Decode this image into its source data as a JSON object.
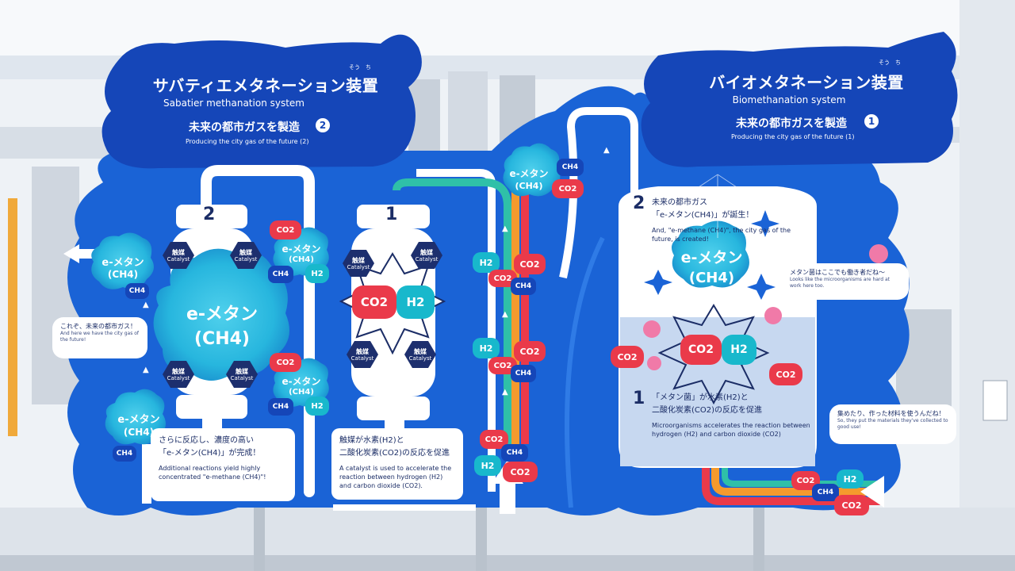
{
  "left_panel": {
    "title_jp": "サバティエメタネーション装置",
    "ruby_title": "そう　ち",
    "title_en": "Sabatier methanation system",
    "subtitle_jp": "未来の都市ガスを製造",
    "subtitle_num": "2",
    "subtitle_en": "Producing the city gas of the future (2)"
  },
  "right_panel": {
    "title_jp": "バイオメタネーション装置",
    "ruby_title": "そう　ち",
    "title_en": "Biomethanation system",
    "subtitle_jp": "未来の都市ガスを製造",
    "subtitle_num": "1",
    "subtitle_en": "Producing the city gas of the future (1)"
  },
  "reactors": {
    "num_2": "2",
    "num_1": "1",
    "catalyst_jp": "触媒",
    "catalyst_en": "Catalyst"
  },
  "molecules": {
    "emethane_short": "e-メタン",
    "ch4_paren": "(CH4)",
    "ch4": "CH4",
    "co2": "CO2",
    "h2": "H2"
  },
  "captions": {
    "step2_left_jp1": "さらに反応し、濃度の高い",
    "step2_left_jp2": "「e-メタン(CH4)」が完成！",
    "step2_left_en": "Additional reactions yield highly concentrated \"e-methane (CH4)\"!",
    "step1_left_jp1": "触媒が水素(H2)と",
    "step1_left_jp2": "二酸化炭素(CO2)の反応を促進",
    "step1_left_en": "A catalyst is used to accelerate the reaction between hydrogen (H2) and carbon dioxide (CO2).",
    "bio2_jp1": "未来の都市ガス",
    "bio2_jp2": "「e-メタン(CH4)」が誕生！",
    "bio2_en": "And, \"e-methane (CH4)\", the city gas of the future, is created!",
    "bio1_jp1": "「メタン菌」が水素(H2)と",
    "bio1_jp2": "二酸化炭素(CO2)の反応を促進",
    "bio1_en": "Microorganisms accelerates the reaction between hydrogen (H2) and carbon dioxide (CO2)"
  },
  "bubbles": {
    "city_gas_jp": "これぞ、未来の都市ガス！",
    "city_gas_en": "And here we have the city gas of the future!",
    "microbes_jp": "メタン菌はここでも働き者だね～",
    "microbes_en": "Looks like the microorganisms are hard at work here too.",
    "collected_jp": "集めたり、作った材料を使うんだね！",
    "collected_en": "So, they put the materials they've collected to good use!"
  },
  "colors": {
    "board_blue": "#1a63d6",
    "board_deep": "#1546b8",
    "co2_red": "#ea3a4a",
    "h2_teal": "#18b8cc",
    "navy": "#1b2d66",
    "stripe_orange": "#f59a2d",
    "stripe_green": "#2fc0a8"
  }
}
